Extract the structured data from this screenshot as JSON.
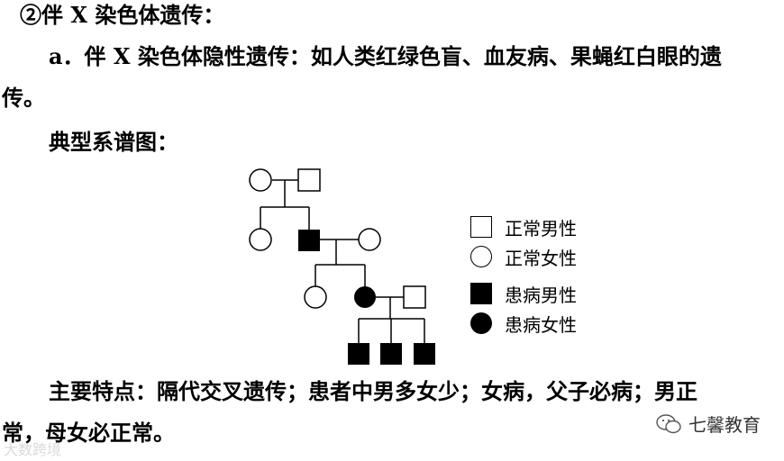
{
  "heading": "②伴 X 染色体遗传：",
  "subheading_line1": "a．伴 X 染色体隐性遗传：如人类红绿色盲、血友病、果蝇红白眼的遗",
  "subheading_line2": "传。",
  "diagram_title": "典型系谱图：",
  "legend": [
    {
      "shape": "open-square",
      "label": "正常男性"
    },
    {
      "shape": "open-circle",
      "label": "正常女性"
    },
    {
      "shape": "filled-square",
      "label": "患病男性"
    },
    {
      "shape": "filled-circle",
      "label": "患病女性"
    }
  ],
  "features_line1": "主要特点：隔代交叉遗传；患者中男多女少；女病，父子必病；男正",
  "features_line2": "常，母女必正常。",
  "brand": "七馨教育",
  "watermark": "大数跨境"
}
